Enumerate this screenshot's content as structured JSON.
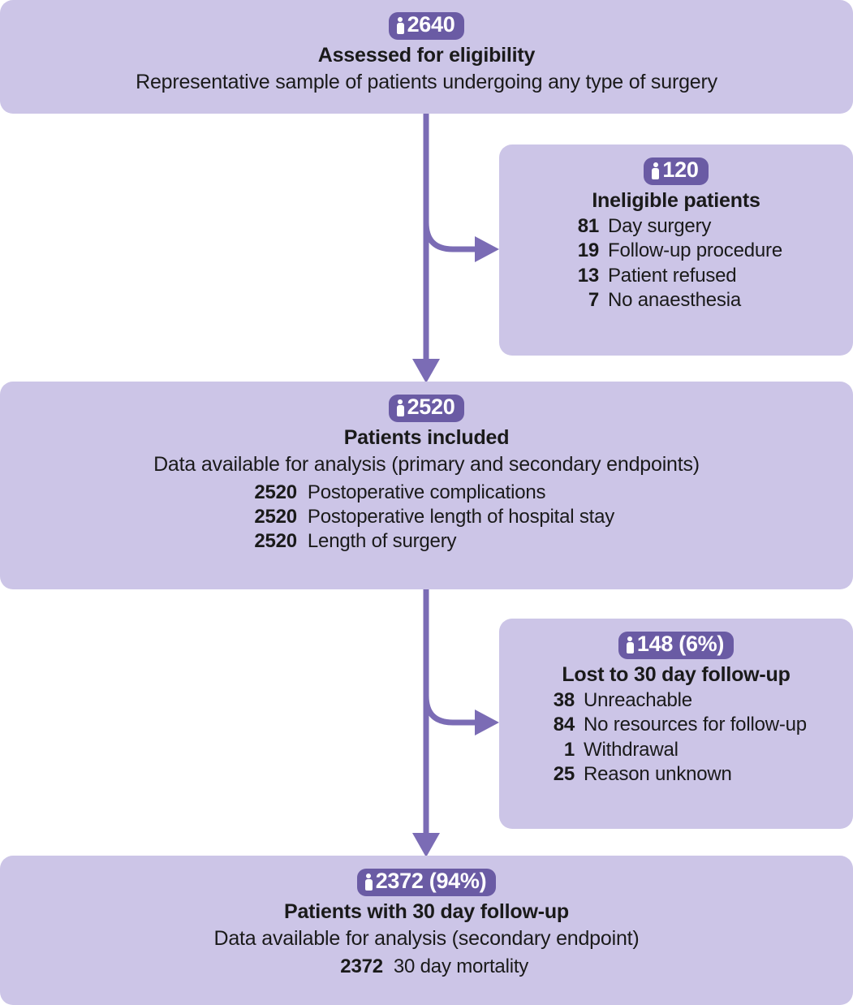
{
  "diagram": {
    "type": "consort-flow-diagram",
    "colors": {
      "box_fill": "#ccc5e7",
      "badge_fill": "#6a5ba4",
      "badge_text": "#ffffff",
      "connector": "#7b6cb5",
      "text": "#1a1a1a"
    },
    "badge_icon": "person-icon"
  },
  "nodes": {
    "assessed": {
      "badge": "2640",
      "title": "Assessed for eligibility",
      "subtitle": "Representative sample of patients undergoing any type of surgery"
    },
    "ineligible": {
      "badge": "120",
      "title": "Ineligible patients",
      "items": [
        {
          "count": "81",
          "label": "Day surgery"
        },
        {
          "count": "19",
          "label": "Follow-up procedure"
        },
        {
          "count": "13",
          "label": "Patient refused"
        },
        {
          "count": "7",
          "label": "No anaesthesia"
        }
      ]
    },
    "included": {
      "badge": "2520",
      "title": "Patients included",
      "subtitle": "Data available for analysis (primary and secondary endpoints)",
      "items": [
        {
          "count": "2520",
          "label": "Postoperative complications"
        },
        {
          "count": "2520",
          "label": "Postoperative length of hospital stay"
        },
        {
          "count": "2520",
          "label": "Length of surgery"
        }
      ]
    },
    "lost": {
      "badge": "148 (6%)",
      "title": "Lost to 30 day follow-up",
      "items": [
        {
          "count": "38",
          "label": "Unreachable"
        },
        {
          "count": "84",
          "label": "No resources for follow-up"
        },
        {
          "count": "1",
          "label": "Withdrawal"
        },
        {
          "count": "25",
          "label": "Reason unknown"
        }
      ]
    },
    "followup": {
      "badge": "2372 (94%)",
      "title": "Patients with 30 day follow-up",
      "subtitle": "Data available for analysis (secondary endpoint)",
      "items": [
        {
          "count": "2372",
          "label": "30 day mortality"
        }
      ]
    }
  }
}
